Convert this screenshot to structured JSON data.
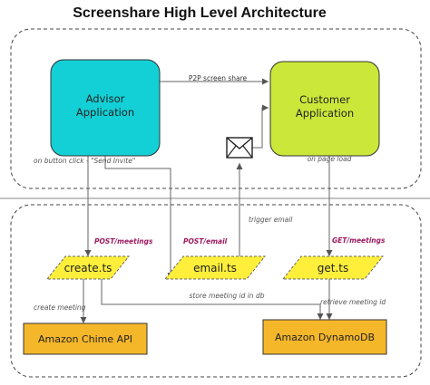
{
  "title": "Screenshare High Level Architecture",
  "nodes": {
    "advisor": {
      "line1": "Advisor",
      "line2": "Application",
      "color": "#13d0d6"
    },
    "customer": {
      "line1": "Customer",
      "line2": "Application",
      "color": "#cbe73a"
    },
    "create": {
      "label": "create.ts",
      "color": "#ffef3b"
    },
    "email": {
      "label": "email.ts",
      "color": "#ffef3b"
    },
    "get": {
      "label": "get.ts",
      "color": "#ffef3b"
    },
    "chime": {
      "label": "Amazon Chime API",
      "color": "#f5b72a"
    },
    "dynamo": {
      "label": "Amazon DynamoDB",
      "color": "#f5b72a"
    }
  },
  "edge_labels": {
    "p2p": "P2P screen share",
    "on_click": "on button click - \"Send Invite\"",
    "on_load": "on page load",
    "trigger_email": "trigger email",
    "post_meetings": "POST/meetings",
    "post_email": "POST/email",
    "get_meetings": "GET/meetings",
    "create_meeting": "create meeting",
    "store_meeting": "store meeting id in db",
    "retrieve_meeting": "retrieve meeting id"
  },
  "icons": {
    "envelope": "envelope-icon"
  }
}
